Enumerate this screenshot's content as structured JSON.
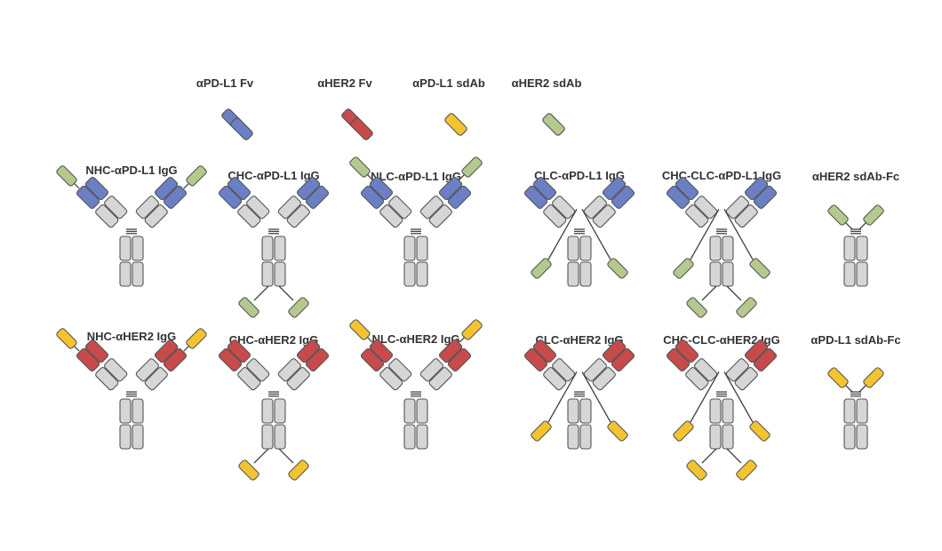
{
  "colors": {
    "pdl1_fv": "#6b7fc4",
    "her2_fv": "#c84a4a",
    "pdl1_sdab": "#f4c430",
    "her2_sdab": "#b4c98e",
    "constant": "#d6d6d6",
    "outline": "#555555"
  },
  "legend": [
    {
      "label": "αPD-L1 Fv",
      "type": "fv",
      "color": "pdl1_fv"
    },
    {
      "label": "αHER2 Fv",
      "type": "fv",
      "color": "her2_fv"
    },
    {
      "label": "αPD-L1 sdAb",
      "type": "sdab",
      "color": "pdl1_sdab"
    },
    {
      "label": "αHER2 sdAb",
      "type": "sdab",
      "color": "her2_sdab"
    }
  ],
  "rows": [
    {
      "fv_color": "pdl1_fv",
      "sdab_color": "her2_sdab",
      "constructs": [
        {
          "label": "NHC-αPD-L1 IgG",
          "kind": "igg",
          "tips": "nhc"
        },
        {
          "label": "CHC-αPD-L1 IgG",
          "kind": "igg",
          "tips": "chc"
        },
        {
          "label": "NLC-αPD-L1 IgG",
          "kind": "igg",
          "tips": "nlc"
        },
        {
          "label": "CLC-αPD-L1 IgG",
          "kind": "igg",
          "tips": "clc"
        },
        {
          "label": "CHC-CLC-αPD-L1 IgG",
          "kind": "igg",
          "tips": "chc-clc"
        },
        {
          "label": "αHER2 sdAb-Fc",
          "kind": "sdab-fc"
        }
      ]
    },
    {
      "fv_color": "her2_fv",
      "sdab_color": "pdl1_sdab",
      "constructs": [
        {
          "label": "NHC-αHER2 IgG",
          "kind": "igg",
          "tips": "nhc"
        },
        {
          "label": "CHC-αHER2 IgG",
          "kind": "igg",
          "tips": "chc"
        },
        {
          "label": "NLC-αHER2 IgG",
          "kind": "igg",
          "tips": "nlc"
        },
        {
          "label": "CLC-αHER2 IgG",
          "kind": "igg",
          "tips": "clc"
        },
        {
          "label": "CHC-CLC-αHER2 IgG",
          "kind": "igg",
          "tips": "chc-clc"
        },
        {
          "label": "αPD-L1 sdAb-Fc",
          "kind": "sdab-fc"
        }
      ]
    }
  ]
}
